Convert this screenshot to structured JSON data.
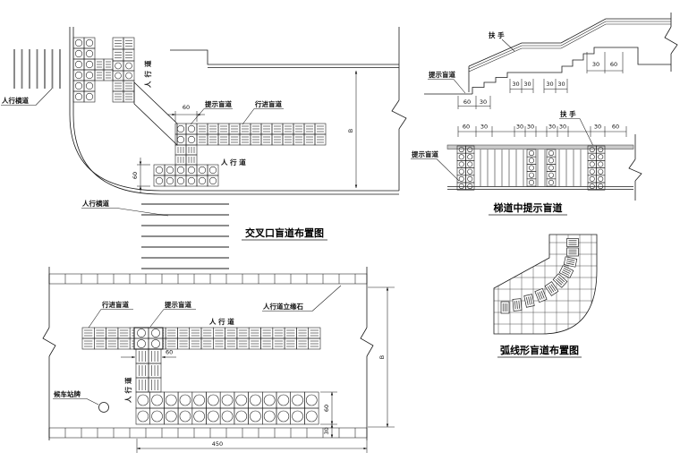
{
  "drawing": {
    "intersection": {
      "title": "交叉口盲道布置图",
      "labels": {
        "crosswalk_left": "人行横道",
        "crosswalk_bottom": "人行横道",
        "sidewalk_vertical": "人行道",
        "sidewalk": "人 行 道",
        "warning_path": "提示盲道",
        "directional_path": "行进盲道"
      },
      "dims": {
        "junction_width": "60",
        "strip_width": "60",
        "road_width": "B"
      }
    },
    "stairs": {
      "title": "梯道中提示盲道",
      "labels": {
        "handrail_side": "扶 手",
        "handrail_plan": "扶 手",
        "warning_side": "提示盲道",
        "warning_plan": "提示盲道"
      },
      "side_dims": {
        "bottom": [
          "60",
          "30"
        ],
        "middle": [
          "30",
          "30",
          "30",
          "30"
        ],
        "top": [
          "30",
          "60"
        ]
      },
      "plan_dims": [
        "60",
        "30",
        "30",
        "30",
        "30",
        "30",
        "30",
        "60"
      ]
    },
    "bus_stop": {
      "labels": {
        "directional_path": "行进盲道",
        "warning_path": "提示盲道",
        "curb": "人行道立缘石",
        "sidewalk": "人 行 道",
        "sidewalk_vertical": "人行道",
        "bus_stop": "候车站牌"
      },
      "dims": {
        "run_width": "60",
        "strip_height": "60",
        "strip_offset": "30",
        "platform_length": "450",
        "road_width": "B"
      }
    },
    "curve": {
      "title": "弧线形盲道布置图"
    }
  }
}
